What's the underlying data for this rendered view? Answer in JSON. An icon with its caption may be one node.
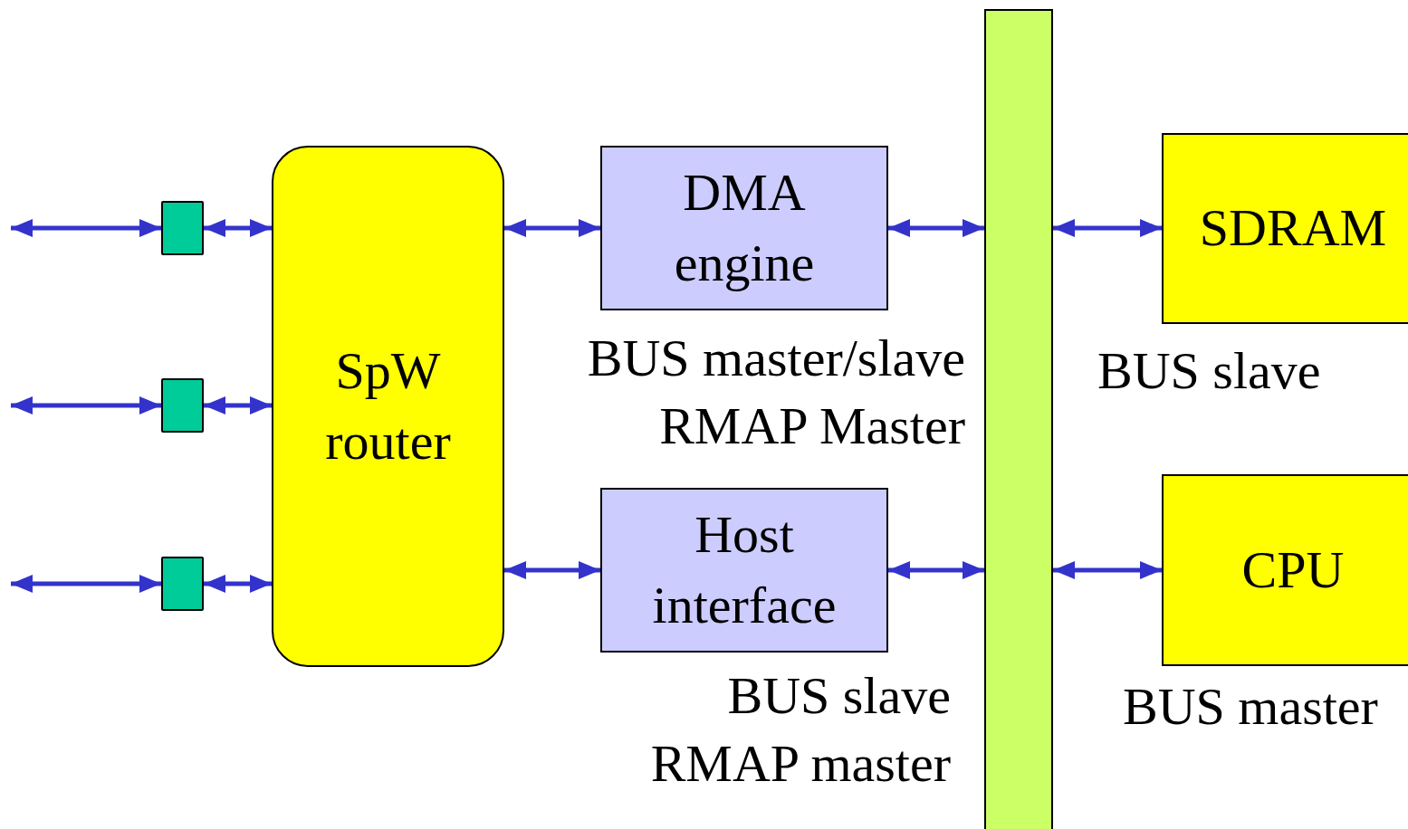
{
  "diagram": {
    "nodes": [
      {
        "text": [],
        "shape": "box"
      },
      {
        "text": [],
        "shape": "box"
      },
      {
        "text": [],
        "shape": "box"
      },
      {
        "text": [
          "SpW router"
        ]
      },
      {
        "text": [
          "DMA engine"
        ],
        "beside": [
          "BUS master/slave",
          "RMAP Master"
        ]
      },
      {
        "text": [
          "Host interface"
        ],
        "beside": [
          "BUS slave",
          "RMAP master"
        ]
      },
      {
        "text": [],
        "shape": "bar"
      },
      {
        "text": [
          "SDRAM"
        ],
        "beside": [
          "BUS slave"
        ]
      },
      {
        "text": [
          "CPU"
        ],
        "beside": [
          "BUS master"
        ]
      }
    ],
    "edges": [
      {
        "from": null,
        "to": 0,
        "arrow": "both"
      },
      {
        "from": 0,
        "to": 3,
        "arrow": "both"
      },
      {
        "from": null,
        "to": 1,
        "arrow": "both"
      },
      {
        "from": 1,
        "to": 3,
        "arrow": "both"
      },
      {
        "from": null,
        "to": 2,
        "arrow": "both"
      },
      {
        "from": 2,
        "to": 3,
        "arrow": "both"
      },
      {
        "from": 3,
        "to": 4,
        "arrow": "both"
      },
      {
        "from": 3,
        "to": 5,
        "arrow": "both"
      },
      {
        "from": 4,
        "to": 6,
        "arrow": "both"
      },
      {
        "from": 5,
        "to": 6,
        "arrow": "both"
      },
      {
        "from": 6,
        "to": 7,
        "arrow": "both"
      },
      {
        "from": 6,
        "to": 8,
        "arrow": "both"
      }
    ]
  }
}
